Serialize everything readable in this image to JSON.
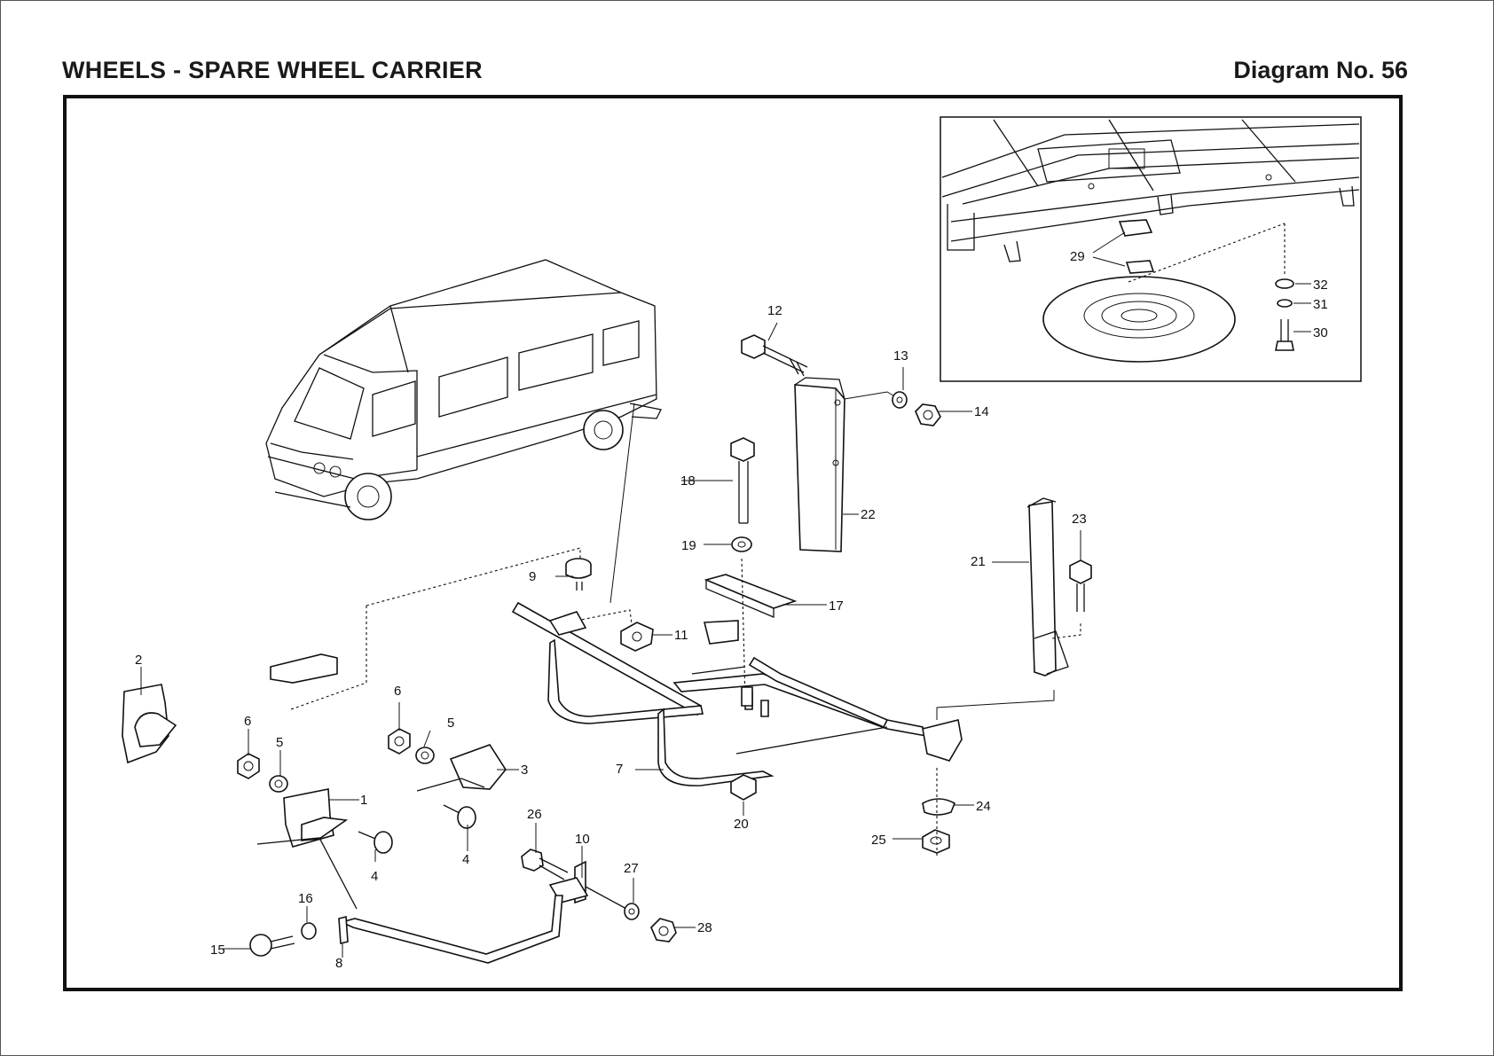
{
  "header": {
    "title": "WHEELS - SPARE WHEEL CARRIER",
    "diagram_number": "Diagram No. 56"
  },
  "callouts": {
    "c1": "1",
    "c2": "2",
    "c3": "3",
    "c4a": "4",
    "c4b": "4",
    "c5a": "5",
    "c5b": "5",
    "c6a": "6",
    "c6b": "6",
    "c7": "7",
    "c8": "8",
    "c9": "9",
    "c10": "10",
    "c11": "11",
    "c12": "12",
    "c13": "13",
    "c14": "14",
    "c15": "15",
    "c16": "16",
    "c17": "17",
    "c18": "18",
    "c19": "19",
    "c20": "20",
    "c21": "21",
    "c22": "22",
    "c23": "23",
    "c24": "24",
    "c25": "25",
    "c26": "26",
    "c27": "27",
    "c28": "28",
    "c29": "29",
    "c30": "30",
    "c31": "31",
    "c32": "32"
  }
}
